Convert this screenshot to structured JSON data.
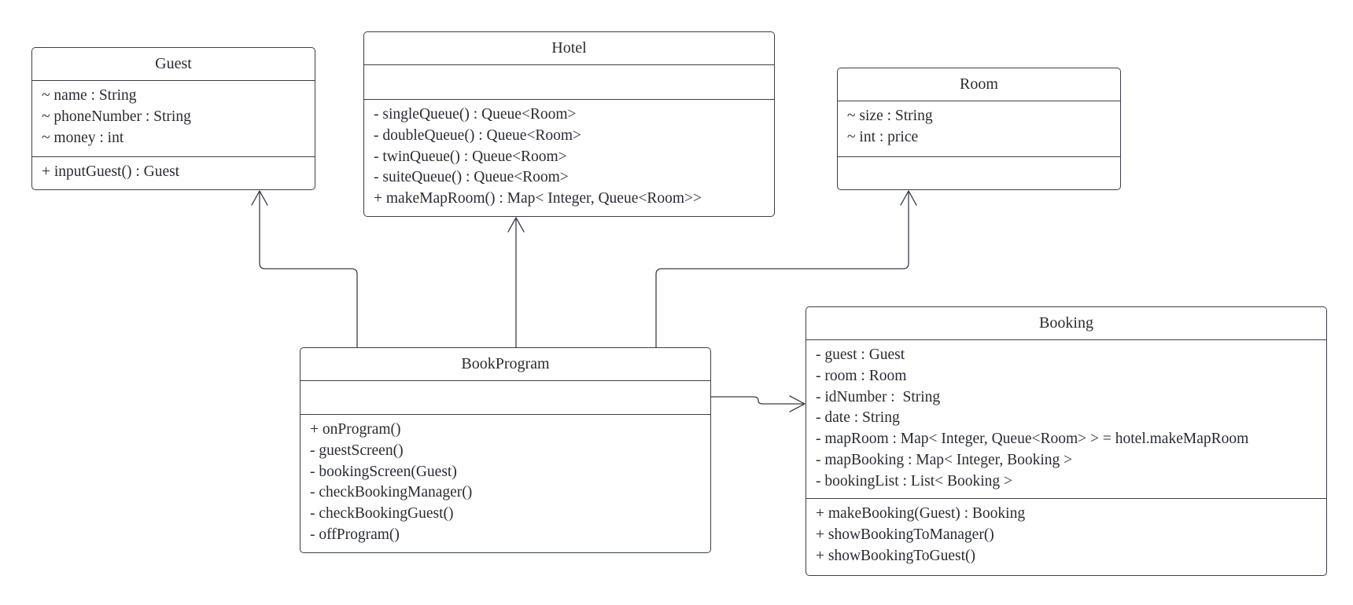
{
  "classes": {
    "guest": {
      "name": "Guest",
      "attributes": [
        "~ name : String",
        "~ phoneNumber : String",
        "~ money : int"
      ],
      "operations": [
        "+ inputGuest() : Guest"
      ]
    },
    "hotel": {
      "name": "Hotel",
      "attributes": [],
      "operations": [
        "- singleQueue() : Queue<Room>",
        "- doubleQueue() : Queue<Room>",
        "- twinQueue() : Queue<Room>",
        "- suiteQueue() : Queue<Room>",
        "+ makeMapRoom() : Map< Integer, Queue<Room>>"
      ]
    },
    "room": {
      "name": "Room",
      "attributes": [
        "~ size : String",
        "~ int : price"
      ],
      "operations": []
    },
    "bookprogram": {
      "name": "BookProgram",
      "attributes": [],
      "operations": [
        "+ onProgram()",
        "- guestScreen()",
        "- bookingScreen(Guest)",
        "- checkBookingManager()",
        "- checkBookingGuest()",
        "- offProgram()"
      ]
    },
    "booking": {
      "name": "Booking",
      "attributes": [
        "- guest : Guest",
        "- room : Room",
        "- idNumber :  String",
        "- date : String",
        "- mapRoom : Map< Integer, Queue<Room> > = hotel.makeMapRoom",
        "- mapBooking : Map< Integer, Booking >",
        "- bookingList : List< Booking >"
      ],
      "operations": [
        "+ makeBooking(Guest) : Booking",
        "+ showBookingToManager()",
        "+ showBookingToGuest()"
      ]
    }
  },
  "relations": [
    {
      "from": "BookProgram",
      "to": "Guest",
      "arrow": "open"
    },
    {
      "from": "BookProgram",
      "to": "Hotel",
      "arrow": "open"
    },
    {
      "from": "BookProgram",
      "to": "Room",
      "arrow": "open"
    },
    {
      "from": "BookProgram",
      "to": "Booking",
      "arrow": "open"
    }
  ],
  "colors": {
    "stroke": "#3a3f4a",
    "text": "#282c33",
    "background": "#ffffff"
  }
}
